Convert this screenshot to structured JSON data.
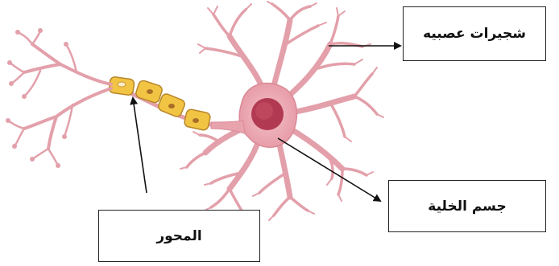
{
  "labels": {
    "dendrites": "شجيرات عصبيه",
    "cell_body": "جسم الخلية",
    "axon": "المحور"
  },
  "colors": {
    "membrane": "#e8a3ad",
    "membrane_outline": "#c9727f",
    "nucleus": "#a8324a",
    "myelin": "#f2c443",
    "myelin_outline": "#b8862a",
    "arrow": "#111111"
  }
}
